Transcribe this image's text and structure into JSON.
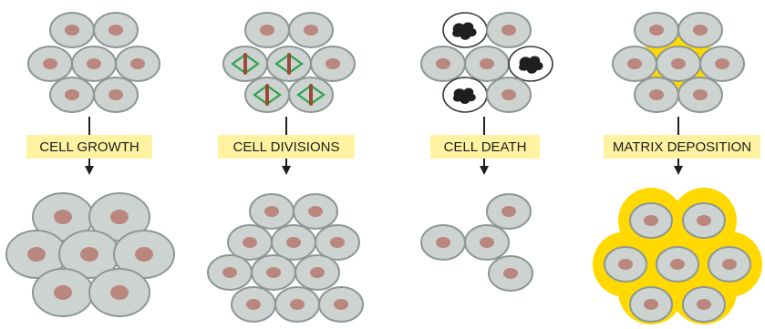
{
  "panels": [
    {
      "id": "growth",
      "label": "CELL GROWTH"
    },
    {
      "id": "divisions",
      "label": "CELL DIVISIONS"
    },
    {
      "id": "death",
      "label": "CELL DEATH"
    },
    {
      "id": "matrix",
      "label": "MATRIX DEPOSITION"
    }
  ],
  "colors": {
    "cell_fill": "#cdd3d1",
    "cell_outline": "#8e9795",
    "nucleus": "#b9877d",
    "label_highlight": "#fff3a1",
    "matrix": "#ffd900",
    "spindle": "#2aa54a",
    "chromosome": "#9a4a36",
    "dead_blob": "#1e1e1e"
  }
}
